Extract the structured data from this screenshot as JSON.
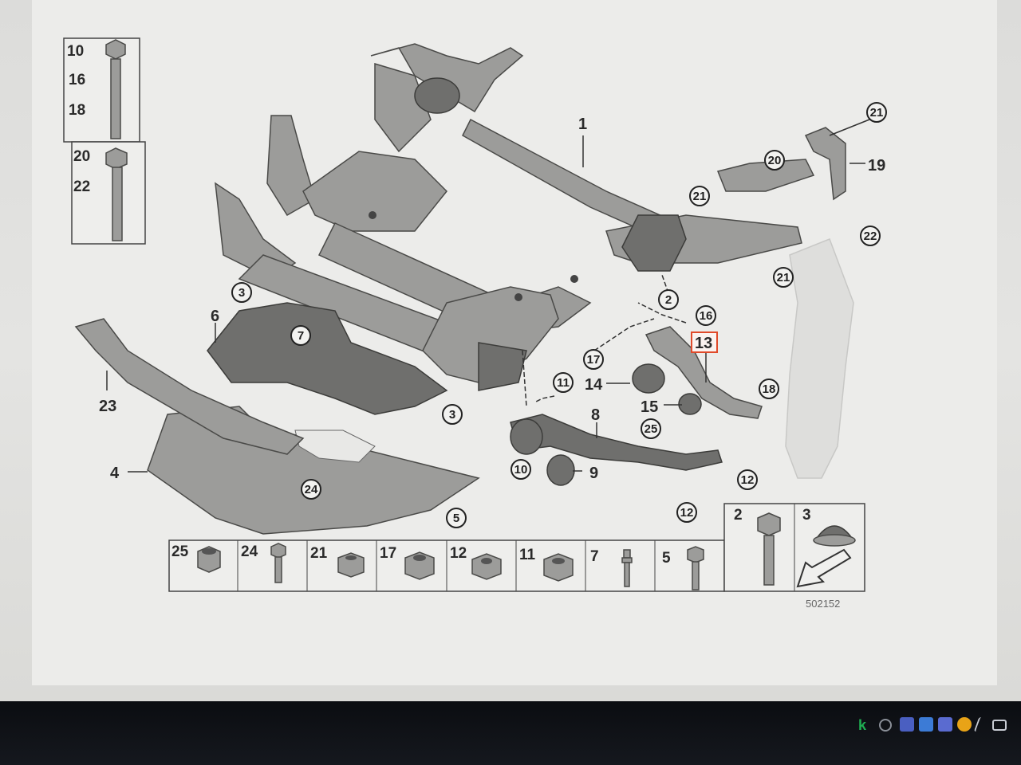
{
  "diagram": {
    "id_number": "502152",
    "main_parts": {
      "p1": "1",
      "p2": "2",
      "p4": "4",
      "p5": "5",
      "p6": "6",
      "p8": "8",
      "p9": "9",
      "p13": "13",
      "p14": "14",
      "p15": "15",
      "p19": "19",
      "p23": "23"
    },
    "circled_parts": {
      "c2": "2",
      "c3a": "3",
      "c3b": "3",
      "c5": "5",
      "c7": "7",
      "c10": "10",
      "c11": "11",
      "c12a": "12",
      "c12b": "12",
      "c16": "16",
      "c17": "17",
      "c18": "18",
      "c20": "20",
      "c21a": "21",
      "c21b": "21",
      "c21c": "21",
      "c22": "22",
      "c24": "24",
      "c25": "25"
    },
    "bolt_box": {
      "a": "10",
      "b": "16",
      "c": "18",
      "d": "20",
      "e": "22"
    },
    "hardware_strip": [
      "25",
      "24",
      "21",
      "17",
      "12",
      "11",
      "7",
      "5"
    ],
    "hardware_right": [
      "2",
      "3"
    ]
  },
  "colors": {
    "highlight": "#e04a2a",
    "taskbar": "#101318"
  },
  "taskbar_icons": [
    "k-icon",
    "media-icon",
    "teams-icon",
    "chart-icon",
    "mail-icon",
    "alert-icon",
    "pen-icon",
    "monitor-icon"
  ]
}
